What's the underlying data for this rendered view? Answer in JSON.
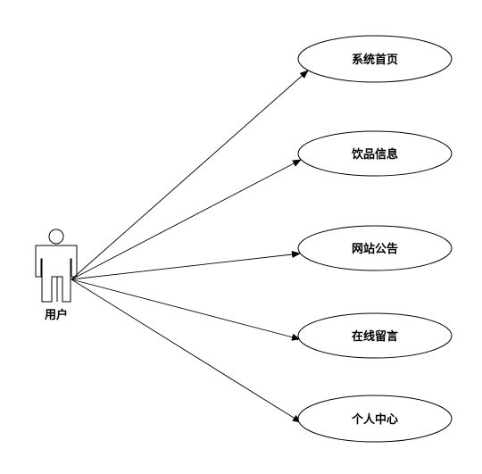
{
  "diagram": {
    "actor": {
      "label": "用户",
      "icon": "user-actor-icon"
    },
    "use_cases": [
      {
        "id": "home",
        "label": "系统首页"
      },
      {
        "id": "drinks",
        "label": "饮品信息"
      },
      {
        "id": "notice",
        "label": "网站公告"
      },
      {
        "id": "message",
        "label": "在线留言"
      },
      {
        "id": "profile",
        "label": "个人中心"
      }
    ]
  }
}
